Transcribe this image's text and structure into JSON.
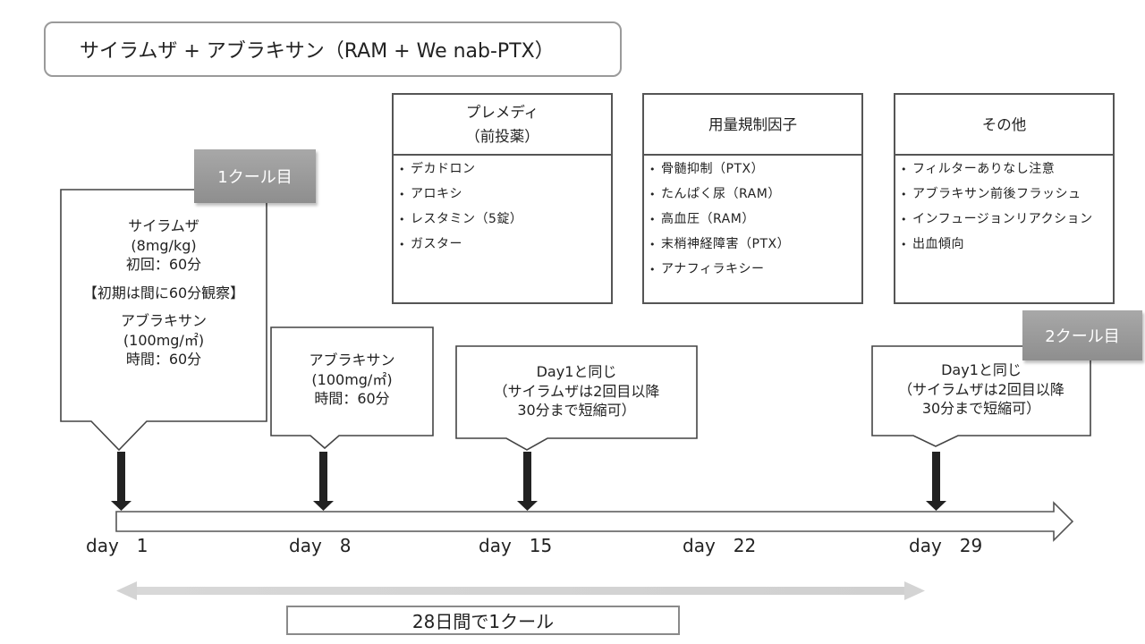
{
  "title": "サイラムザ + アブラキサン（RAM + We nab-PTX）",
  "cycle_tags": {
    "first": "1クール目",
    "second": "2クール目"
  },
  "panels": [
    {
      "heading": [
        "プレメディ",
        "（前投薬）"
      ],
      "items": [
        "デカドロン",
        "アロキシ",
        "レスタミン（5錠）",
        "ガスター"
      ]
    },
    {
      "heading": [
        "用量規制因子"
      ],
      "items": [
        "骨髄抑制（PTX）",
        "たんぱく尿（RAM）",
        "高血圧（RAM）",
        "末梢神経障害（PTX）",
        "アナフィラキシー"
      ]
    },
    {
      "heading": [
        "その他"
      ],
      "items": [
        "フィルターありなし注意",
        "アブラキサン前後フラッシュ",
        "インフュージョンリアクション",
        "出血傾向"
      ]
    }
  ],
  "callouts": {
    "day1": {
      "group1": [
        "サイラムザ",
        "(8mg/kg)",
        "初回：60分"
      ],
      "note": "【初期は間に60分観察】",
      "group2": [
        "アブラキサン",
        "(100mg/㎡)",
        "時間：60分"
      ]
    },
    "day8": [
      "アブラキサン",
      "(100mg/㎡)",
      "時間：60分"
    ],
    "day15": [
      "Day1と同じ",
      "（サイラムザは2回目以降",
      "30分まで短縮可）"
    ],
    "day29": [
      "Day1と同じ",
      "（サイラムザは2回目以降",
      "30分まで短縮可）"
    ]
  },
  "days": [
    "day　1",
    "day　8",
    "day　15",
    "day　22",
    "day　29"
  ],
  "cycle_note": "28日間で1クール"
}
